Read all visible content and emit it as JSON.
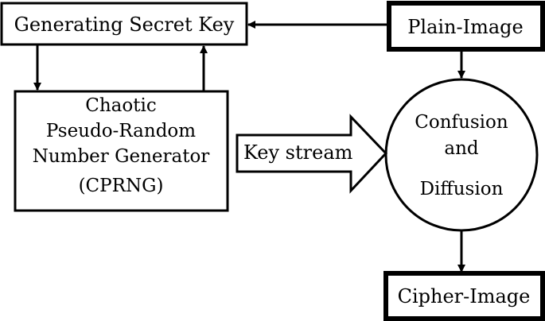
{
  "nodes": {
    "generating_secret_key": {
      "label": "Generating Secret Key"
    },
    "plain_image": {
      "label": "Plain-Image"
    },
    "cprng": {
      "lines": [
        "Chaotic",
        "Pseudo-Random",
        "Number Generator",
        "(CPRNG)"
      ]
    },
    "confusion_diffusion": {
      "lines": [
        "Confusion",
        "and",
        "Diffusion"
      ]
    },
    "cipher_image": {
      "label": "Cipher-Image"
    }
  },
  "edges": {
    "key_stream": {
      "label": "Key stream"
    }
  },
  "colors": {
    "stroke": "#000000",
    "fill": "#ffffff",
    "text": "#000000"
  }
}
